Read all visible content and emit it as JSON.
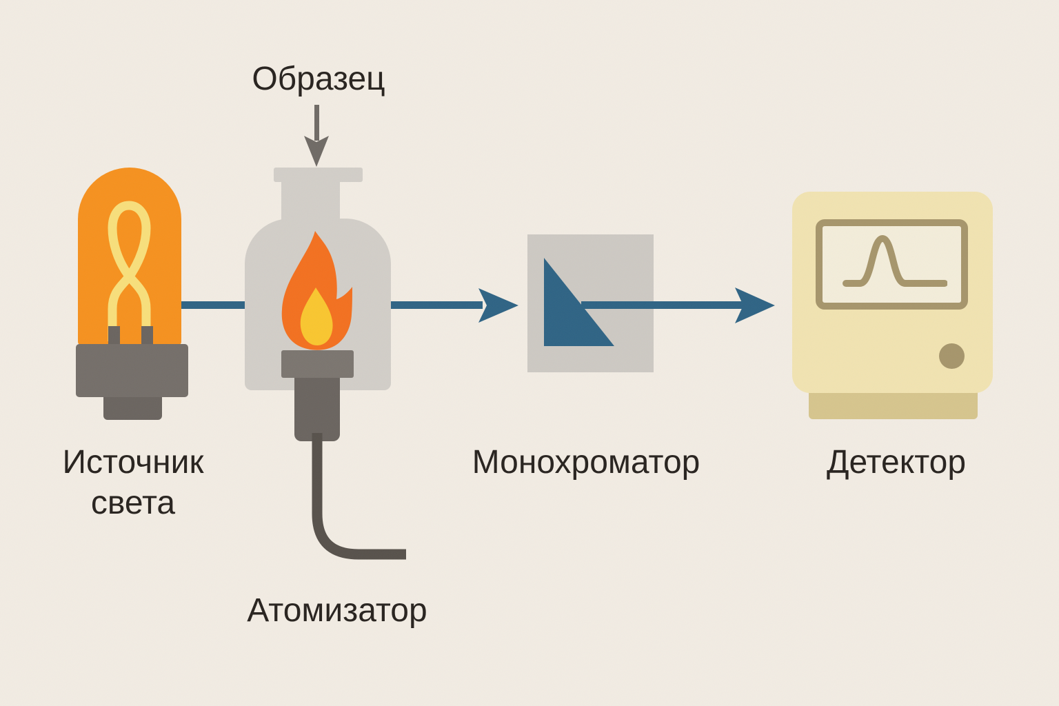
{
  "labels": {
    "sample": "Образец",
    "light_source": [
      "Источник",
      "света"
    ],
    "atomizer": "Атомизатор",
    "monochromator": "Монохроматор",
    "detector": "Детектор"
  },
  "colors": {
    "background": "#f2ece3",
    "text": "#27221e",
    "beam_blue": "#2e6384",
    "bulb_orange": "#f6911e",
    "filament_yellow": "#f8df7b",
    "metal_gray": "#746e69",
    "metal_gray_dark": "#6a645f",
    "glass_gray": "#d2cec8",
    "flame_orange": "#f3701f",
    "flame_yellow": "#f9c62f",
    "tube_gray": "#57514b",
    "sample_arrow_gray": "#6f6a65",
    "detector_body": "#f1e3b1",
    "detector_base": "#d6c58d",
    "detector_accent": "#a6956b",
    "screen_background": "#f3edda"
  }
}
